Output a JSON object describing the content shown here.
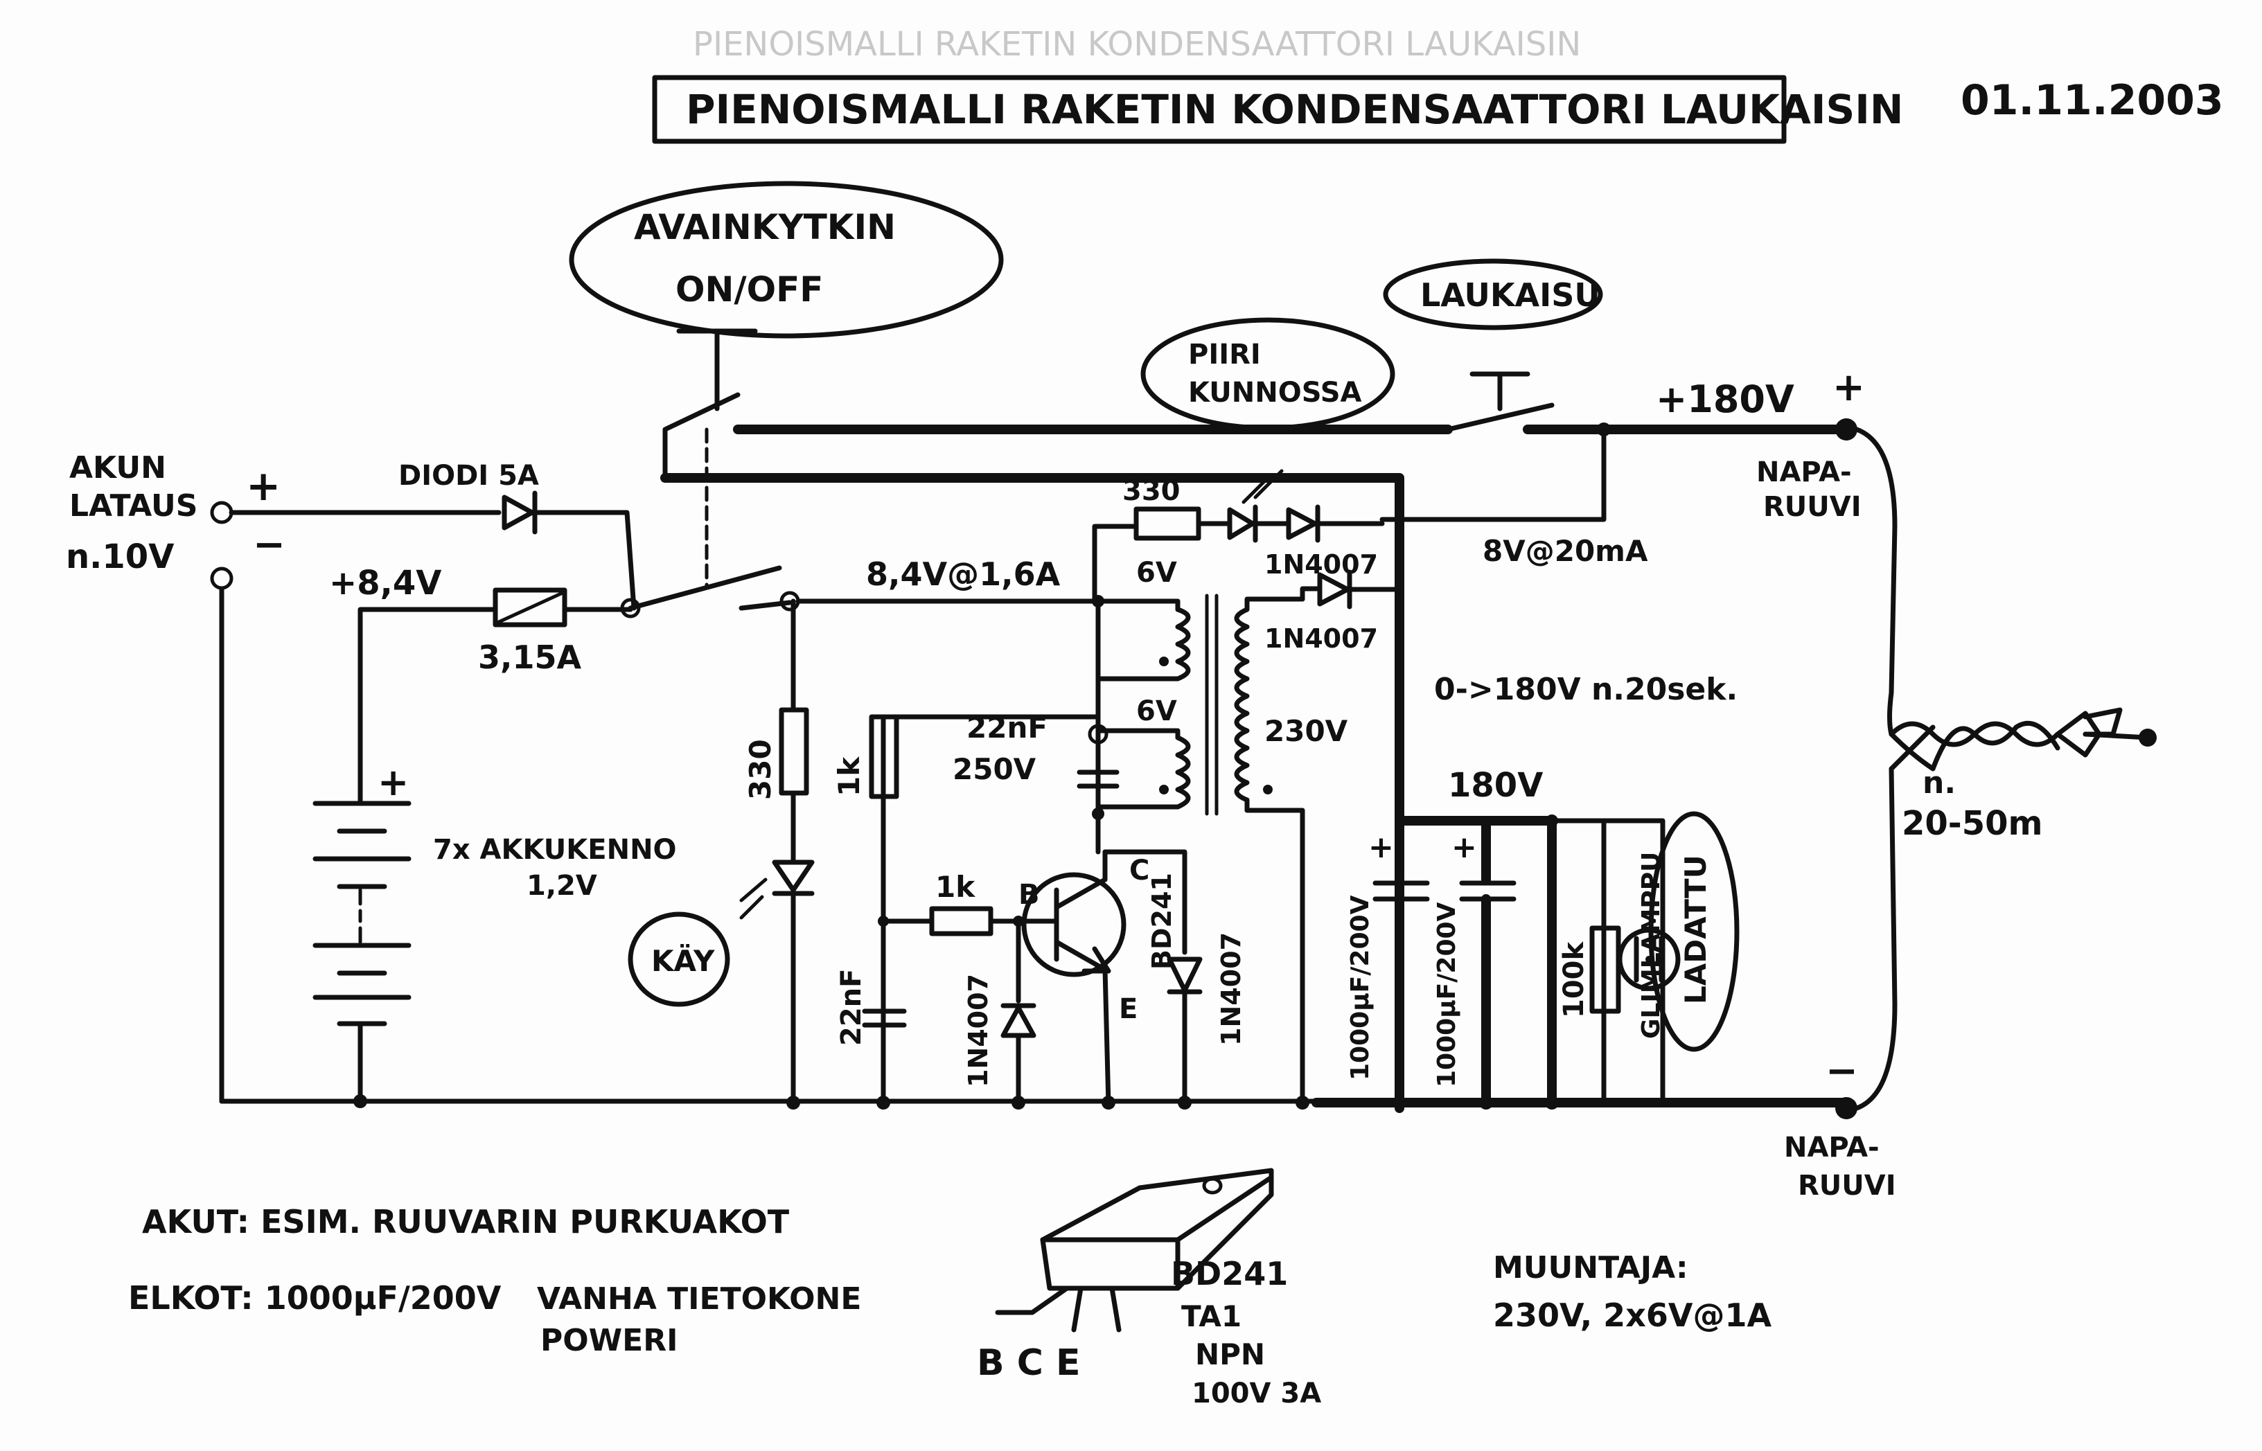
{
  "ghost_title": "PIENOISMALLI RAKETIN KONDENSAATTORI LAUKAISIN",
  "title": "PIENOISMALLI RAKETIN KONDENSAATTORI LAUKAISIN",
  "date": "01.11.2003",
  "bubbles": {
    "key_switch_line1": "AVAINKYTKIN",
    "key_switch_line2": "ON/OFF",
    "launch": "LAUKAISU",
    "circuit_ok_line1": "PIIRI",
    "circuit_ok_line2": "KUNNOSSA",
    "running": "KÄY",
    "charged": "LADATTU"
  },
  "labels": {
    "charge_in_line1": "AKUN",
    "charge_in_line2": "LATAUS",
    "charge_in_voltage": "n.10V",
    "plus": "+",
    "minus": "−",
    "diode": "DIODI 5A",
    "batt_voltage": "+8,4V",
    "fuse": "3,15A",
    "supply": "8,4V@1,6A",
    "battery": "7x AKKUKENNO",
    "battery_cell": "1,2V",
    "r_led": "330",
    "r_base_bias": "1k",
    "r_base": "1k",
    "c_feedback_1": "22nF",
    "c_feedback_2": "250V",
    "c_timing": "22nF",
    "d_base": "1N4007",
    "d_clamp": "1N4007",
    "transistor": "BD241",
    "pin_b": "B",
    "pin_c": "C",
    "pin_e": "E",
    "winding_1": "6V",
    "winding_2": "6V",
    "winding_hv": "230V",
    "r_check": "330",
    "d_hv_1": "1N4007",
    "d_hv_2": "1N4007",
    "check_current": "8V@20mA",
    "charge_time": "0->180V n.20sek.",
    "hv_rail": "180V",
    "out_voltage": "+180V",
    "cap_1": "1000µF/200V",
    "cap_2": "1000µF/200V",
    "bleeder": "100k",
    "neon": "GLIMLAMPPU",
    "terminal_top_1": "NAPA-",
    "terminal_top_2": "RUUVI",
    "terminal_bottom_1": "NAPA-",
    "terminal_bottom_2": "RUUVI",
    "cable_1": "n.",
    "cable_2": "20-50m"
  },
  "notes": {
    "batteries": "AKUT: ESIM. RUUVARIN PURKUAKOT",
    "caps_1": "ELKOT: 1000µF/200V",
    "caps_2": "VANHA TIETOKONE",
    "caps_3": "POWERI",
    "part_name": "BD241",
    "part_pkg": "TA1",
    "part_type": "NPN",
    "part_rating": "100V 3A",
    "pins": "B C E",
    "transformer_title": "MUUNTAJA:",
    "transformer_spec": "230V, 2x6V@1A"
  }
}
